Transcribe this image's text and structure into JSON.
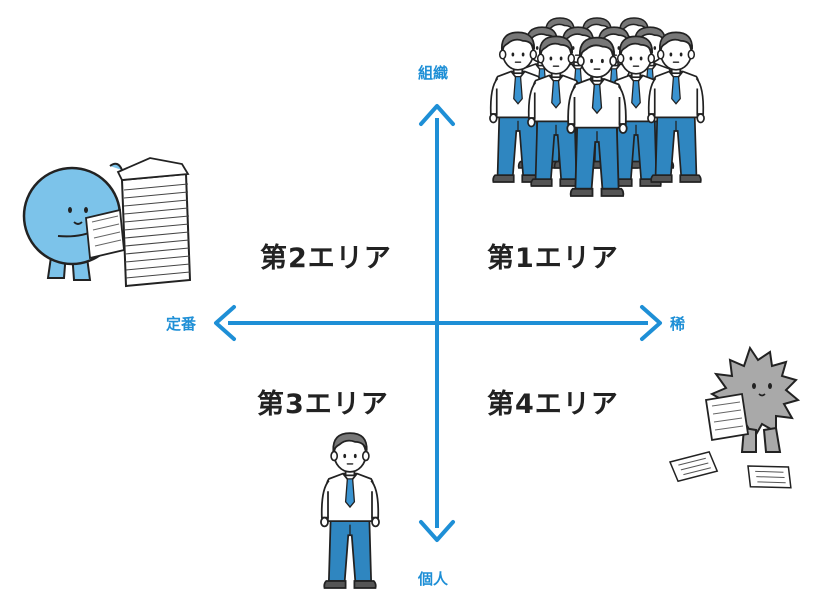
{
  "axes": {
    "top": "組織",
    "bottom": "個人",
    "left": "定番",
    "right": "稀"
  },
  "areas": {
    "area1": "第1エリア",
    "area2": "第2エリア",
    "area3": "第3エリア",
    "area4": "第4エリア"
  },
  "colors": {
    "axis": "#1e8fd6",
    "pants": "#2f86c0",
    "tie": "#3a93d0",
    "blue_character": "#7cc3ea",
    "gray_character": "#a9a9a9",
    "text": "#222222"
  },
  "illustrations": {
    "top_right": "group-of-office-workers",
    "top_left": "blue-character-with-paper-stack",
    "bottom_right": "gray-spiky-character-reading-papers",
    "bottom_center": "single-office-worker"
  }
}
